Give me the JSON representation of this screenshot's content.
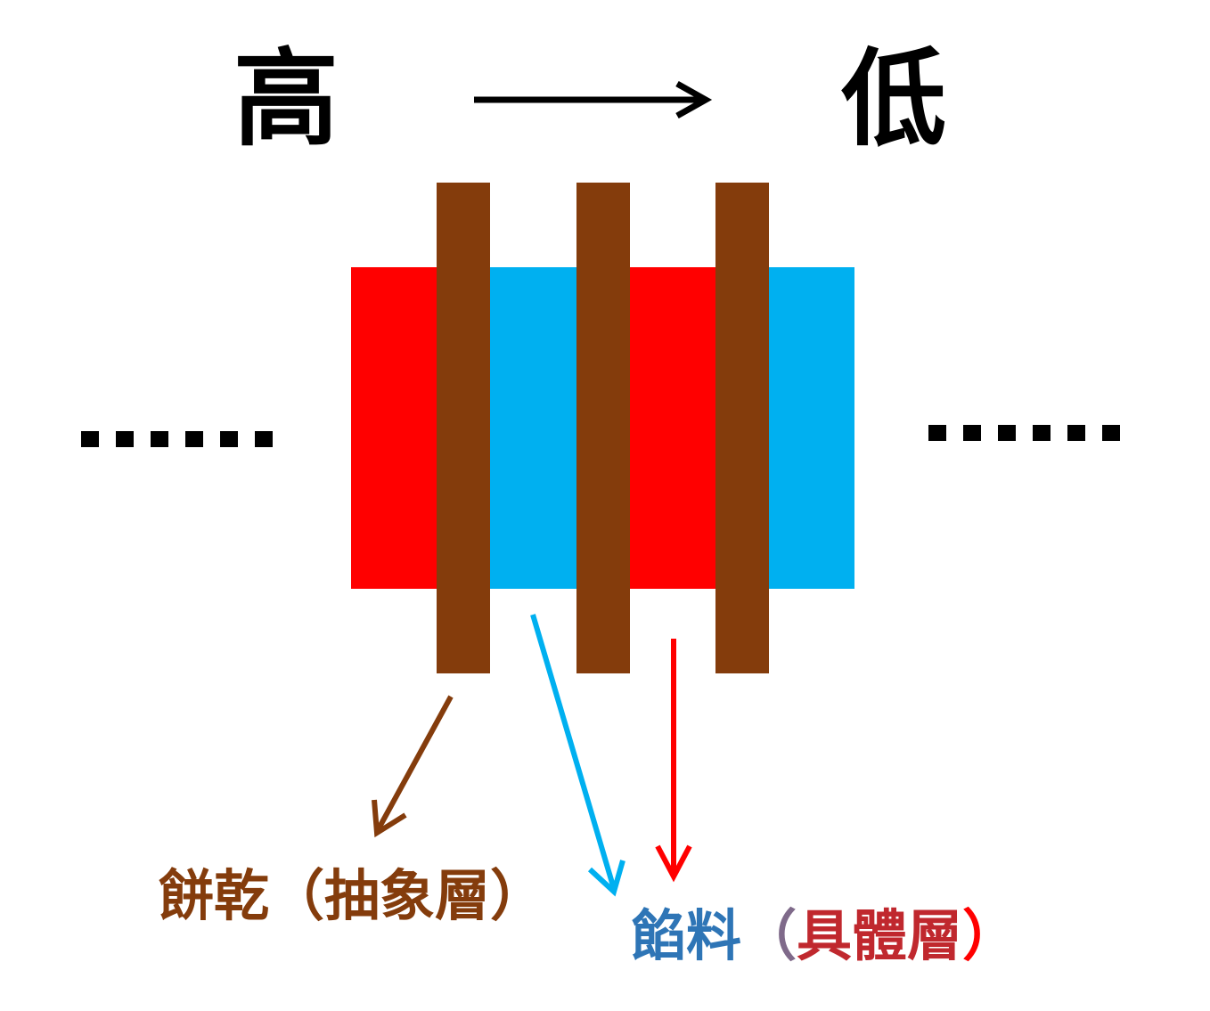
{
  "header": {
    "high": "高",
    "low": "低"
  },
  "ellipsis": {
    "left": "......",
    "right": "......"
  },
  "labels": {
    "biscuit": {
      "term": "餅乾",
      "open": "（",
      "layer": "抽象層",
      "close": "）"
    },
    "filling": {
      "term": "餡料",
      "open": "（",
      "layer": "具體層",
      "close": "）"
    }
  },
  "colors": {
    "red": "#ff0000",
    "blue": "#00b0f0",
    "brown": "#843c0c",
    "filling_term": "#2e75b6",
    "filling_paren": "#7f6a8a",
    "filling_layer": "#c0282e",
    "filling_close": "#ff0000",
    "black": "#000000"
  }
}
